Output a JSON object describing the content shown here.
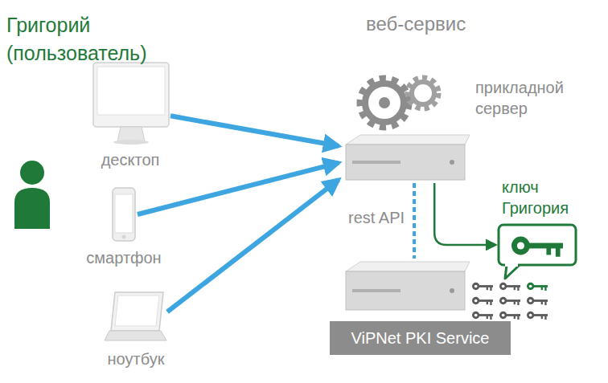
{
  "diagram": {
    "nodes": [
      {
        "text": [
          "Григорий (пользователь)"
        ]
      },
      {
        "text": [
          "десктоп"
        ]
      },
      {
        "text": [
          "смартфон"
        ]
      },
      {
        "text": [
          "ноутбук"
        ]
      },
      {
        "text": [
          "прикладной сервер"
        ]
      },
      {
        "text": [
          "ViPNet PKI Service"
        ]
      },
      {
        "text": [
          "ключ Григория"
        ]
      }
    ],
    "edges": [
      {
        "from": 1,
        "to": 4,
        "arrow": "to"
      },
      {
        "from": 2,
        "to": 4,
        "arrow": "to"
      },
      {
        "from": 3,
        "to": 4,
        "arrow": "to"
      },
      {
        "from": 4,
        "to": 5,
        "label": "rest API",
        "arrow": "none"
      },
      {
        "from": 4,
        "to": 6,
        "arrow": "to"
      }
    ],
    "labels": [
      "веб-сервис"
    ]
  }
}
